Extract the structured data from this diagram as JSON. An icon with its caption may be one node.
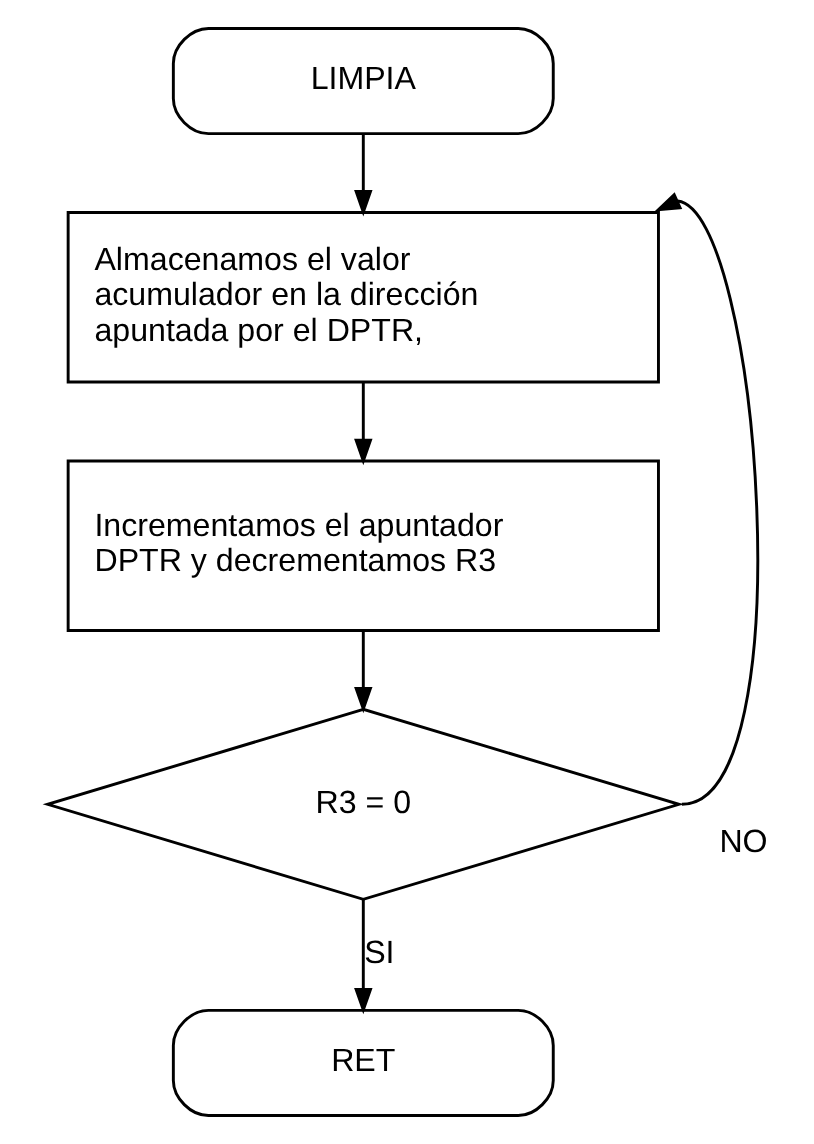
{
  "diagram": {
    "nodes": [
      {
        "text": [
          "LIMPIA"
        ]
      },
      {
        "text": [
          "Almacenamos el valor acumulador en la dirección apuntada por el DPTR,"
        ]
      },
      {
        "text": [
          "Incrementamos el apuntador DPTR y decrementamos R3"
        ]
      },
      {
        "text": [
          "R3 = 0"
        ]
      },
      {
        "text": [
          "RET"
        ]
      }
    ],
    "edges": [
      {
        "from": 0,
        "to": 1,
        "arrow": "to"
      },
      {
        "from": 1,
        "to": 2,
        "arrow": "to"
      },
      {
        "from": 2,
        "to": 3,
        "arrow": "to"
      },
      {
        "from": 3,
        "to": 4,
        "arrow": "to",
        "label": "SI"
      },
      {
        "from": 3,
        "to": 1,
        "arrow": "to",
        "label": "NO"
      }
    ]
  }
}
